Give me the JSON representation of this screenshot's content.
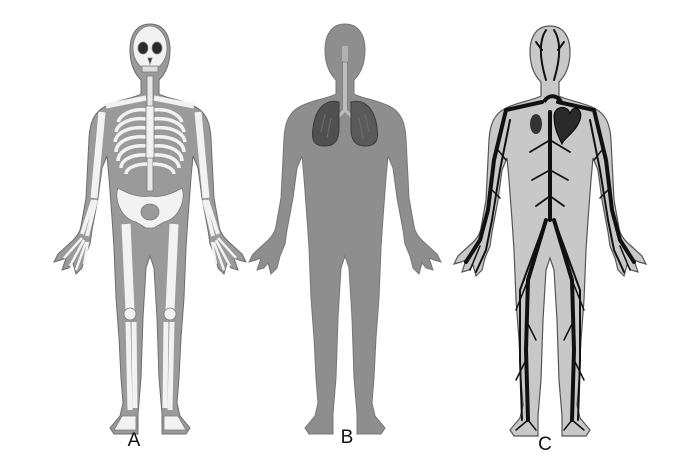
{
  "figures": [
    {
      "label": "A",
      "system": "skeletal-system",
      "body_fill": "#9a9a9a",
      "bone_color": "#f2f2f2"
    },
    {
      "label": "B",
      "system": "respiratory-system",
      "body_fill": "#8e8e8e",
      "organ_color": "#505050"
    },
    {
      "label": "C",
      "system": "circulatory-system",
      "body_fill": "#c8c8c8",
      "vessel_color": "#111111"
    }
  ]
}
